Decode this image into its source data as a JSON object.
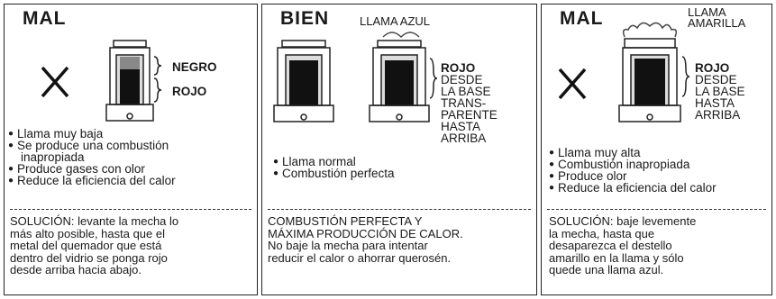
{
  "panels": [
    {
      "heading": "MAL",
      "labels": {
        "top": "NEGRO",
        "bottom": "ROJO"
      },
      "points": [
        {
          "lines": [
            "Llama muy baja"
          ]
        },
        {
          "lines": [
            "Se produce una combustión",
            "inapropiada"
          ]
        },
        {
          "lines": [
            "Produce gases con olor"
          ]
        },
        {
          "lines": [
            "Reduce la eficiencia del calor"
          ]
        }
      ],
      "solution": [
        "SOLUCIÓN: levante la mecha lo",
        "más alto posible, hasta que el",
        "metal del quemador que está",
        "dentro del vidrio se ponga rojo",
        "desde arriba hacia abajo."
      ]
    },
    {
      "heading": "BIEN",
      "flame_label": "LLAMA AZUL",
      "labels": {
        "line1": "ROJO",
        "rest": [
          "DESDE",
          "LA BASE",
          "TRANS-",
          "PARENTE",
          "HASTA",
          "ARRIBA"
        ]
      },
      "points": [
        {
          "lines": [
            "Llama normal"
          ]
        },
        {
          "lines": [
            "Combustión perfecta"
          ]
        }
      ],
      "solution": [
        "COMBUSTIÓN PERFECTA Y",
        "MÁXIMA PRODUCCIÓN DE CALOR.",
        "No baje la mecha para intentar",
        "reducir el calor o ahorrar querosén."
      ]
    },
    {
      "heading": "MAL",
      "flame_label": [
        "LLAMA",
        "AMARILLA"
      ],
      "labels": {
        "line1": "ROJO",
        "rest": [
          "DESDE",
          "LA BASE",
          "HASTA",
          "ARRIBA"
        ]
      },
      "points": [
        {
          "lines": [
            "Llama muy alta"
          ]
        },
        {
          "lines": [
            "Combustión inapropiada"
          ]
        },
        {
          "lines": [
            "Produce olor"
          ]
        },
        {
          "lines": [
            "Reduce la eficiencia del calor"
          ]
        }
      ],
      "solution": [
        "SOLUCIÓN: baje levemente",
        "la mecha, hasta que",
        "desaparezca el destello",
        "amarillo en la llama y sólo",
        "quede una llama azul."
      ]
    }
  ]
}
